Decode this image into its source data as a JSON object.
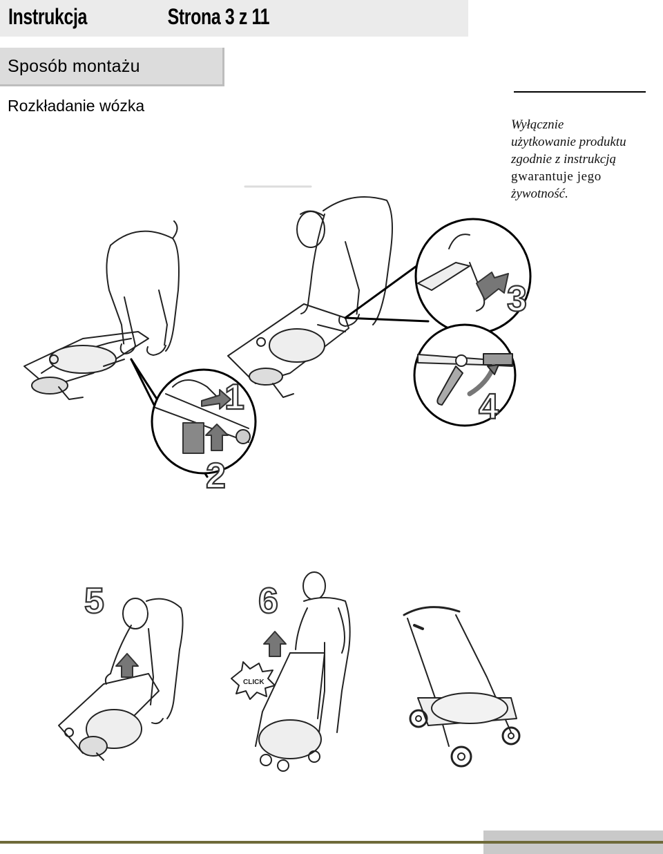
{
  "header": {
    "title": "Instrukcja",
    "page_counter": "Strona 3 z 11"
  },
  "section": {
    "title": "Sposób montażu",
    "subtitle": "Rozkładanie wózka"
  },
  "note": {
    "lines": [
      "Wyłącznie",
      "użytkowanie produktu",
      "zgodnie z instrukcją",
      "gwarantuje jego",
      "żywotność."
    ]
  },
  "illustration": {
    "step_numbers": [
      "1",
      "2",
      "3",
      "4",
      "5",
      "6"
    ],
    "click_label": "CLICK"
  }
}
